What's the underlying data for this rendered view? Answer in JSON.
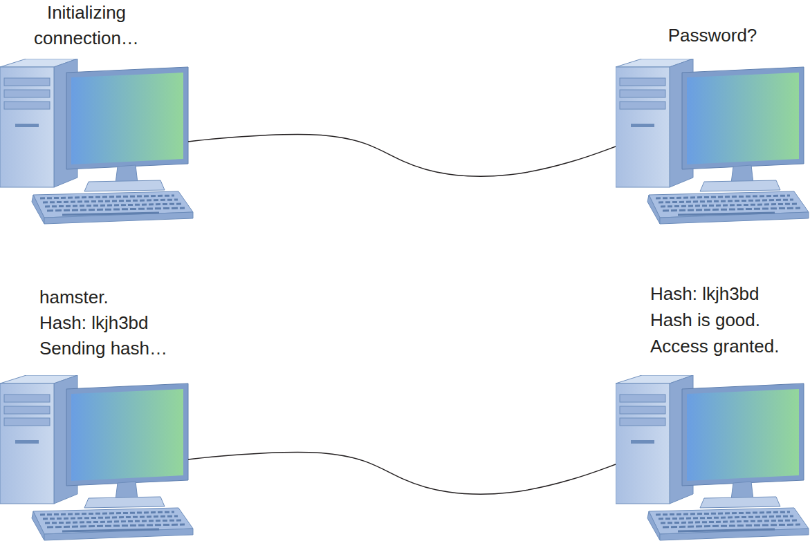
{
  "diagram": {
    "nodes": [
      {
        "text": [
          "Initializing connection…"
        ]
      },
      {
        "text": [
          "Password?"
        ]
      },
      {
        "text": [
          "hamster.",
          "Hash: lkjh3bd",
          "Sending hash…"
        ]
      },
      {
        "text": [
          "Hash: lkjh3bd",
          "Hash is good.",
          "Access granted."
        ]
      }
    ],
    "edges": [
      {
        "from": 0,
        "to": 1,
        "arrow": "none"
      },
      {
        "from": 2,
        "to": 3,
        "arrow": "none"
      }
    ]
  }
}
